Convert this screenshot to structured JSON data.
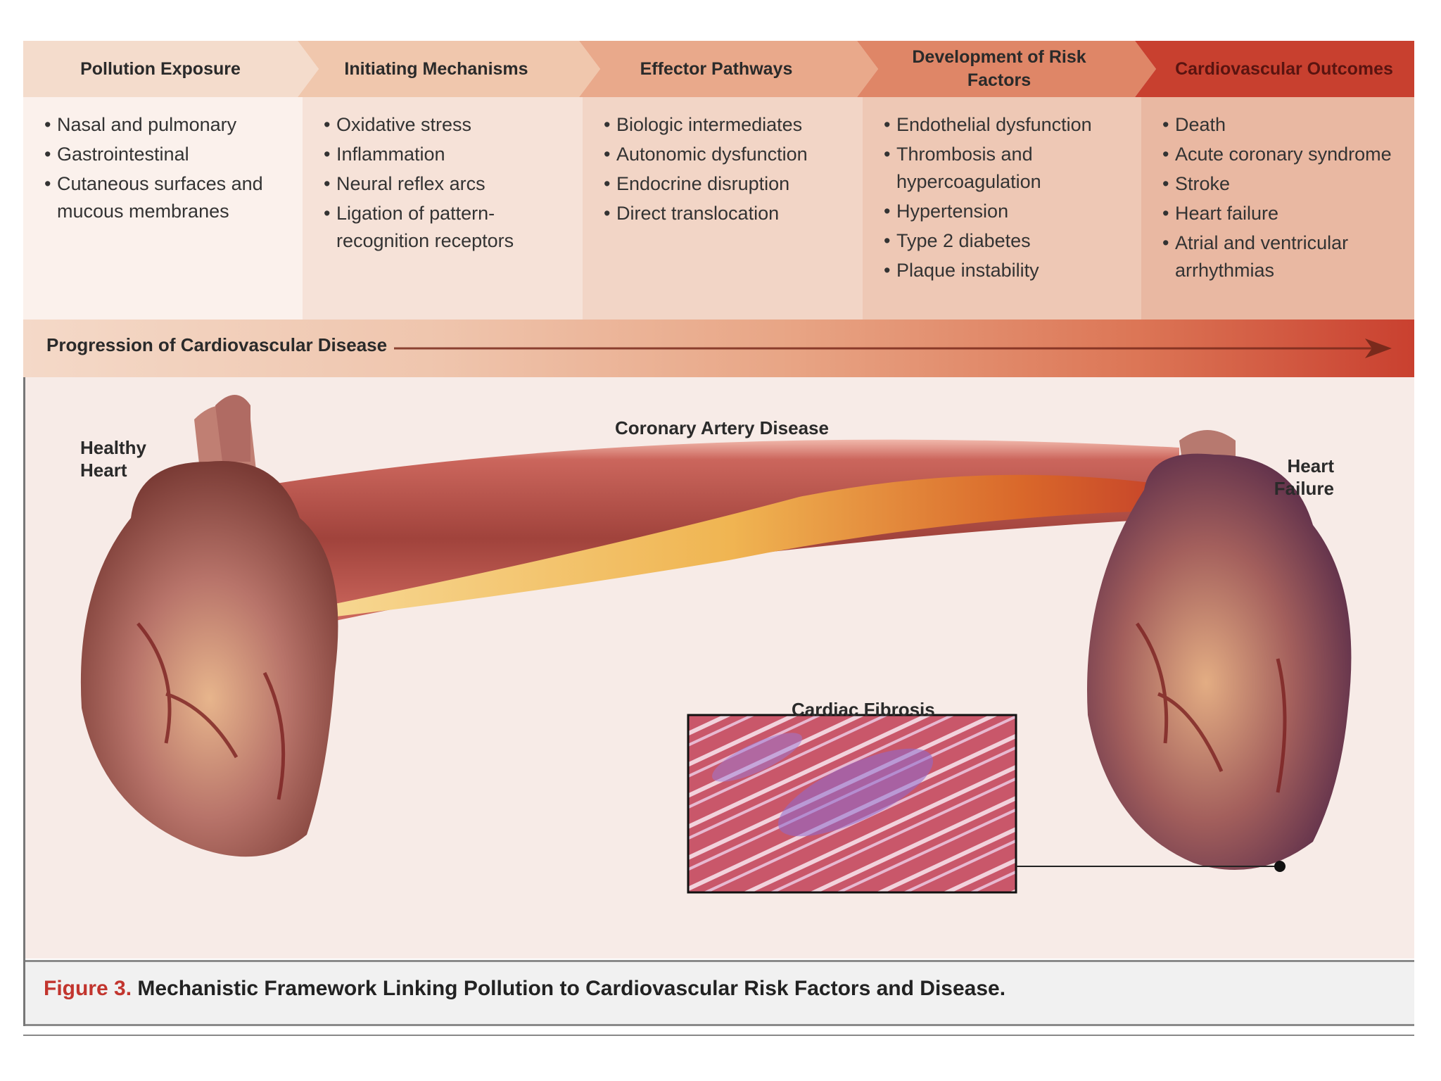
{
  "columns": [
    {
      "title": "Pollution Exposure",
      "items": [
        "Nasal and pulmonary",
        "Gastrointestinal",
        "Cutaneous surfaces and mucous membranes"
      ]
    },
    {
      "title": "Initiating Mechanisms",
      "items": [
        "Oxidative stress",
        "Inflammation",
        "Neural reflex arcs",
        "Ligation of pattern-recognition receptors"
      ]
    },
    {
      "title": "Effector Pathways",
      "items": [
        "Biologic intermediates",
        "Autonomic dysfunction",
        "Endocrine disruption",
        "Direct translocation"
      ]
    },
    {
      "title": "Development of Risk Factors",
      "items": [
        "Endothelial dysfunction",
        "Thrombosis and hypercoagulation",
        "Hypertension",
        "Type 2 diabetes",
        "Plaque instability"
      ]
    },
    {
      "title": "Cardiovascular Outcomes",
      "items": [
        "Death",
        "Acute coronary syndrome",
        "Stroke",
        "Heart failure",
        "Atrial and ventricular arrhythmias"
      ]
    }
  ],
  "progression_label": "Progression of Cardiovascular Disease",
  "illustration": {
    "healthy_heart_label": "Healthy Heart",
    "coronary_label": "Coronary Artery Disease",
    "heart_failure_label": "Heart Failure",
    "fibrosis_label": "Cardiac Fibrosis"
  },
  "caption": {
    "figure_number": "Figure 3.",
    "text": "Mechanistic Framework Linking Pollution to Cardiovascular Risk Factors and Disease."
  },
  "colors": {
    "header_1": "#f4dccc",
    "header_2": "#f0c7ad",
    "header_3": "#e9a98b",
    "header_4": "#df8667",
    "header_5": "#c8402f",
    "body_1": "#fbf1ec",
    "body_2": "#f6e2d8",
    "body_3": "#f2d5c6",
    "body_4": "#eec8b5",
    "body_5": "#e9b8a2",
    "figure_red": "#c2352e"
  }
}
